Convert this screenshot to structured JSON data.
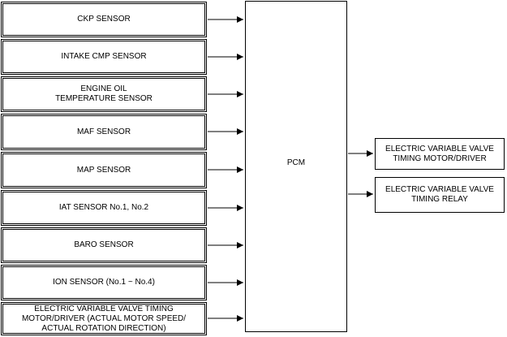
{
  "inputs": [
    "CKP SENSOR",
    "INTAKE CMP SENSOR",
    "ENGINE OIL\nTEMPERATURE SENSOR",
    "MAF SENSOR",
    "MAP SENSOR",
    "IAT SENSOR No.1, No.2",
    "BARO SENSOR",
    "ION SENSOR (No.1 ~ No.4)",
    "ELECTRIC VARIABLE VALVE TIMING\nMOTOR/DRIVER (ACTUAL MOTOR SPEED/\nACTUAL ROTATION DIRECTION)"
  ],
  "controller": "PCM",
  "outputs": [
    "ELECTRIC VARIABLE VALVE\nTIMING MOTOR/DRIVER",
    "ELECTRIC VARIABLE VALVE\nTIMING RELAY"
  ]
}
